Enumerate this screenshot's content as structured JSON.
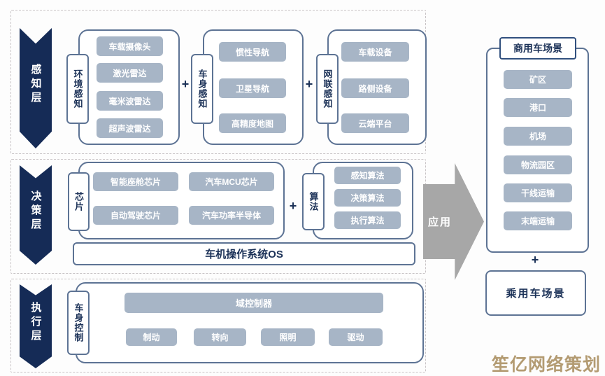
{
  "perception": {
    "layer_label": "感知层",
    "plus": "+",
    "groups": [
      {
        "label": "环境感知",
        "items": [
          "车载摄像头",
          "激光雷达",
          "毫米波雷达",
          "超声波雷达"
        ]
      },
      {
        "label": "车身感知",
        "items": [
          "惯性导航",
          "卫星导航",
          "高精度地图"
        ]
      },
      {
        "label": "网联感知",
        "items": [
          "车载设备",
          "路侧设备",
          "云端平台"
        ]
      }
    ]
  },
  "decision": {
    "layer_label": "决策层",
    "plus": "+",
    "chip_group": {
      "label": "芯片",
      "items": [
        "智能座舱芯片",
        "汽车MCU芯片",
        "自动驾驶芯片",
        "汽车功率半导体"
      ]
    },
    "algo_group": {
      "label": "算法",
      "items": [
        "感知算法",
        "决策算法",
        "执行算法"
      ]
    },
    "os_bar": "车机操作系统OS"
  },
  "execution": {
    "layer_label": "执行层",
    "group_label": "车身控制",
    "domain_controller": "域控制器",
    "items": [
      "制动",
      "转向",
      "照明",
      "驱动"
    ]
  },
  "application": {
    "arrow_label": "应用",
    "commercial_title": "商用车场景",
    "commercial_items": [
      "矿区",
      "港口",
      "机场",
      "物流园区",
      "干线运输",
      "末端运输"
    ],
    "plus": "+",
    "passenger_title": "乘用车场景"
  },
  "watermark": "笙亿网络策划",
  "colors": {
    "navy": "#152b56",
    "slate_border": "#5d7394",
    "item_fill": "#a7b5c6",
    "arrow_gray": "#a7a7a7",
    "watermark_tan": "#b39b72"
  }
}
